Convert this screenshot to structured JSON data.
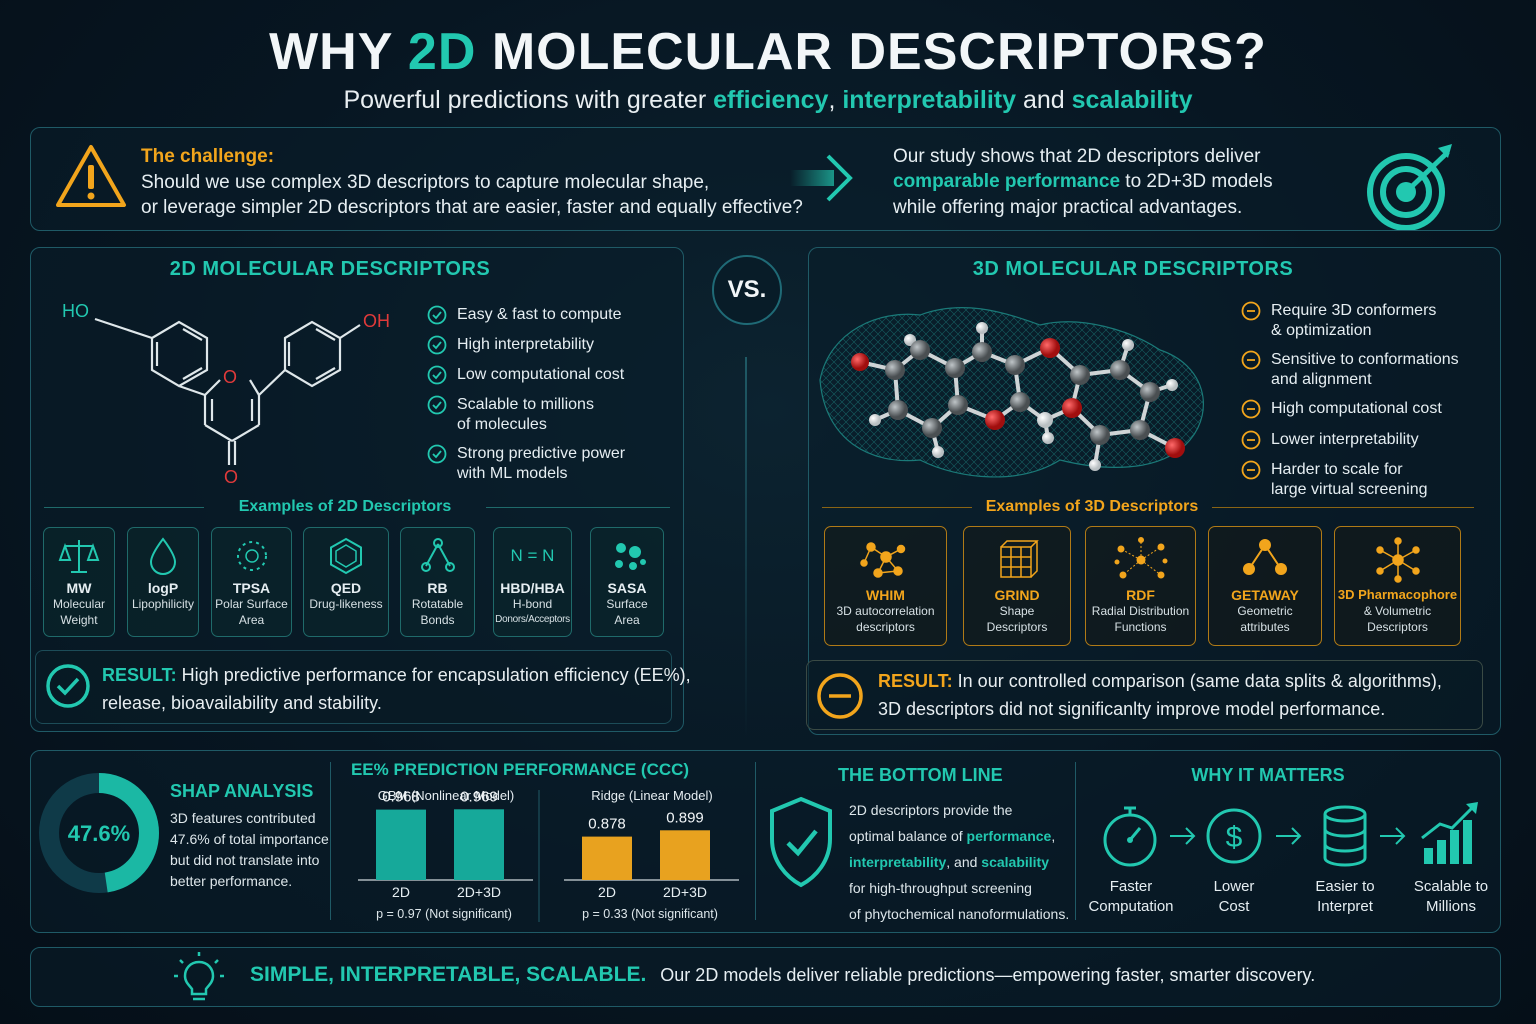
{
  "header": {
    "title_a": "WHY ",
    "title_b": "2D",
    "title_c": " MOLECULAR DESCRIPTORS?",
    "subtitle_a": "Powerful predictions with greater ",
    "subtitle_b": "efficiency",
    "subtitle_c": ", ",
    "subtitle_d": "interpretability",
    "subtitle_e": " and ",
    "subtitle_f": "scalability"
  },
  "challenge": {
    "heading": "The challenge:",
    "line1": "Should we use complex 3D descriptors to capture molecular shape,",
    "line2": "or leverage simpler 2D descriptors that are easier, faster and equally effective?",
    "study_line1": "Our study shows that 2D descriptors deliver",
    "study_highlight": "comparable performance",
    "study_line2_rest": " to 2D+3D models",
    "study_line3": "while offering major practical advantages."
  },
  "vs": "VS.",
  "panel2d": {
    "heading": "2D MOLECULAR DESCRIPTORS",
    "molecule_labels": {
      "ho": "HO",
      "oh": "OH",
      "ring_o": "O",
      "carbonyl_o": "O"
    },
    "benefits": [
      "Easy & fast to compute",
      "High interpretability",
      "Low computational cost",
      "Scalable to millions",
      "of molecules",
      "Strong predictive power",
      "with ML models"
    ],
    "examples_heading": "Examples of 2D Descriptors",
    "examples": [
      {
        "name": "MW",
        "desc1": "Molecular",
        "desc2": "Weight"
      },
      {
        "name": "logP",
        "desc1": "Lipophilicity",
        "desc2": ""
      },
      {
        "name": "TPSA",
        "desc1": "Polar Surface",
        "desc2": "Area"
      },
      {
        "name": "QED",
        "desc1": "Drug-likeness",
        "desc2": ""
      },
      {
        "name": "RB",
        "desc1": "Rotatable",
        "desc2": "Bonds"
      },
      {
        "name": "HBD/HBA",
        "desc1": "H-bond",
        "desc2": "Donors/Acceptors",
        "icon_text": "N = N"
      },
      {
        "name": "SASA",
        "desc1": "Surface",
        "desc2": "Area"
      }
    ],
    "result_label": "RESULT:",
    "result_line1": " High predictive performance for encapsulation efficiency (EE%),",
    "result_line2": "release, bioavailability and stability."
  },
  "panel3d": {
    "heading": "3D MOLECULAR DESCRIPTORS",
    "drawbacks": [
      "Require 3D conformers",
      "& optimization",
      "Sensitive to conformations",
      "and alignment",
      "High computational cost",
      "Lower interpretability",
      "Harder to scale for",
      "large virtual screening"
    ],
    "examples_heading": "Examples of 3D Descriptors",
    "examples": [
      {
        "name": "WHIM",
        "desc1": "3D autocorrelation",
        "desc2": "descriptors"
      },
      {
        "name": "GRIND",
        "desc1": "Shape",
        "desc2": "Descriptors"
      },
      {
        "name": "RDF",
        "desc1": "Radial Distribution",
        "desc2": "Functions"
      },
      {
        "name": "GETAWAY",
        "desc1": "Geometric",
        "desc2": "attributes"
      },
      {
        "name": "3D Pharmacophore",
        "desc1": "& Volumetric",
        "desc2": "Descriptors"
      }
    ],
    "result_label": "RESULT:",
    "result_line1": " In our controlled comparison (same data splits & algorithms),",
    "result_line2": "3D descriptors did not significanlty improve model performance."
  },
  "shap": {
    "percent_label": "47.6%",
    "percent_value": 47.6,
    "heading": "SHAP ANALYSIS",
    "lines": [
      "3D features contributed",
      "47.6% of total importance",
      "but did not translate into",
      "better performance."
    ]
  },
  "performance": {
    "heading": "EE% PREDICTION PERFORMANCE (CCC)",
    "chart_data": [
      {
        "type": "bar",
        "title": "GBM (Nonlinear Model)",
        "categories": [
          "2D",
          "2D+3D"
        ],
        "values": [
          0.968,
          0.969
        ],
        "value_labels": [
          "0.968",
          "0.969"
        ],
        "note": "p = 0.97 (Not significant)",
        "color": "#16a99a"
      },
      {
        "type": "bar",
        "title": "Ridge (Linear Model)",
        "categories": [
          "2D",
          "2D+3D"
        ],
        "values": [
          0.878,
          0.899
        ],
        "value_labels": [
          "0.878",
          "0.899"
        ],
        "note": "p = 0.33 (Not significant)",
        "color": "#e8a21f"
      }
    ]
  },
  "bottom_line": {
    "heading": "THE BOTTOM LINE",
    "l1": "2D descriptors provide the",
    "l2a": "optimal balance of ",
    "l2b": "performance",
    "l2c": ",",
    "l3a": "interpretability",
    "l3b": ", and ",
    "l3c": "scalability",
    "l4": "for high-throughput screening",
    "l5": "of phytochemical nanoformulations."
  },
  "why": {
    "heading": "WHY IT MATTERS",
    "items": [
      {
        "l1": "Faster",
        "l2": "Computation"
      },
      {
        "l1": "Lower",
        "l2": "Cost"
      },
      {
        "l1": "Easier to",
        "l2": "Interpret"
      },
      {
        "l1": "Scalable to",
        "l2": "Millions"
      }
    ]
  },
  "footer": {
    "bold": "SIMPLE, INTERPRETABLE, SCALABLE.",
    "text": "Our 2D models deliver reliable predictions—empowering faster, smarter discovery."
  },
  "colors": {
    "teal": "#22c8b0",
    "amber": "#f2a51c",
    "bg": "#071622"
  }
}
